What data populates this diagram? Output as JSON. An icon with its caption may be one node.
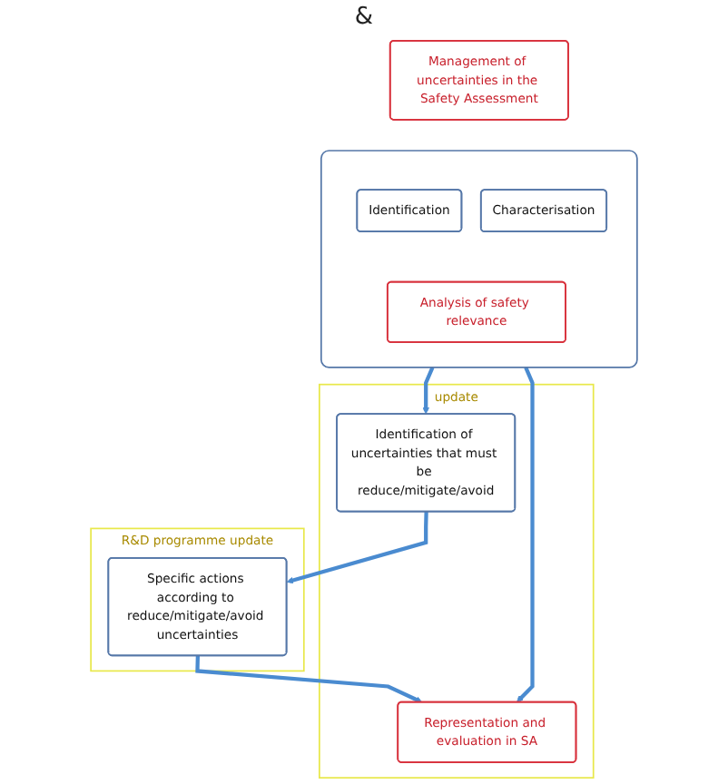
{
  "diagram": {
    "nodes": [
      {
        "text": [
          "Management of uncertainties in the Safety Assessment"
        ]
      },
      {
        "text": [],
        "shape": "box"
      },
      {
        "text": [
          "Identification"
        ],
        "in": 1
      },
      {
        "text": [
          "Characterisation"
        ],
        "in": 1
      },
      {
        "text": [
          "Analysis of safety relevance"
        ],
        "in": 1
      },
      {
        "text": [
          "update"
        ]
      },
      {
        "text": [
          "Identification of uncertainties that must be reduce/mitigate/avoid"
        ],
        "in": 5
      },
      {
        "text": [
          "Representation and evaluation in SA"
        ],
        "in": 5
      },
      {
        "text": [
          "R&D programme update"
        ]
      },
      {
        "text": [
          "Specific actions according to reduce/mitigate/avoid uncertainties"
        ],
        "in": 8
      }
    ],
    "edges": [
      {
        "from": 1,
        "to": 6,
        "arrow": "to"
      },
      {
        "from": 1,
        "to": 7,
        "arrow": "to"
      },
      {
        "from": 6,
        "to": 9,
        "arrow": "to"
      },
      {
        "from": 9,
        "to": 7,
        "arrow": "to"
      }
    ],
    "labels": [
      "&"
    ]
  }
}
